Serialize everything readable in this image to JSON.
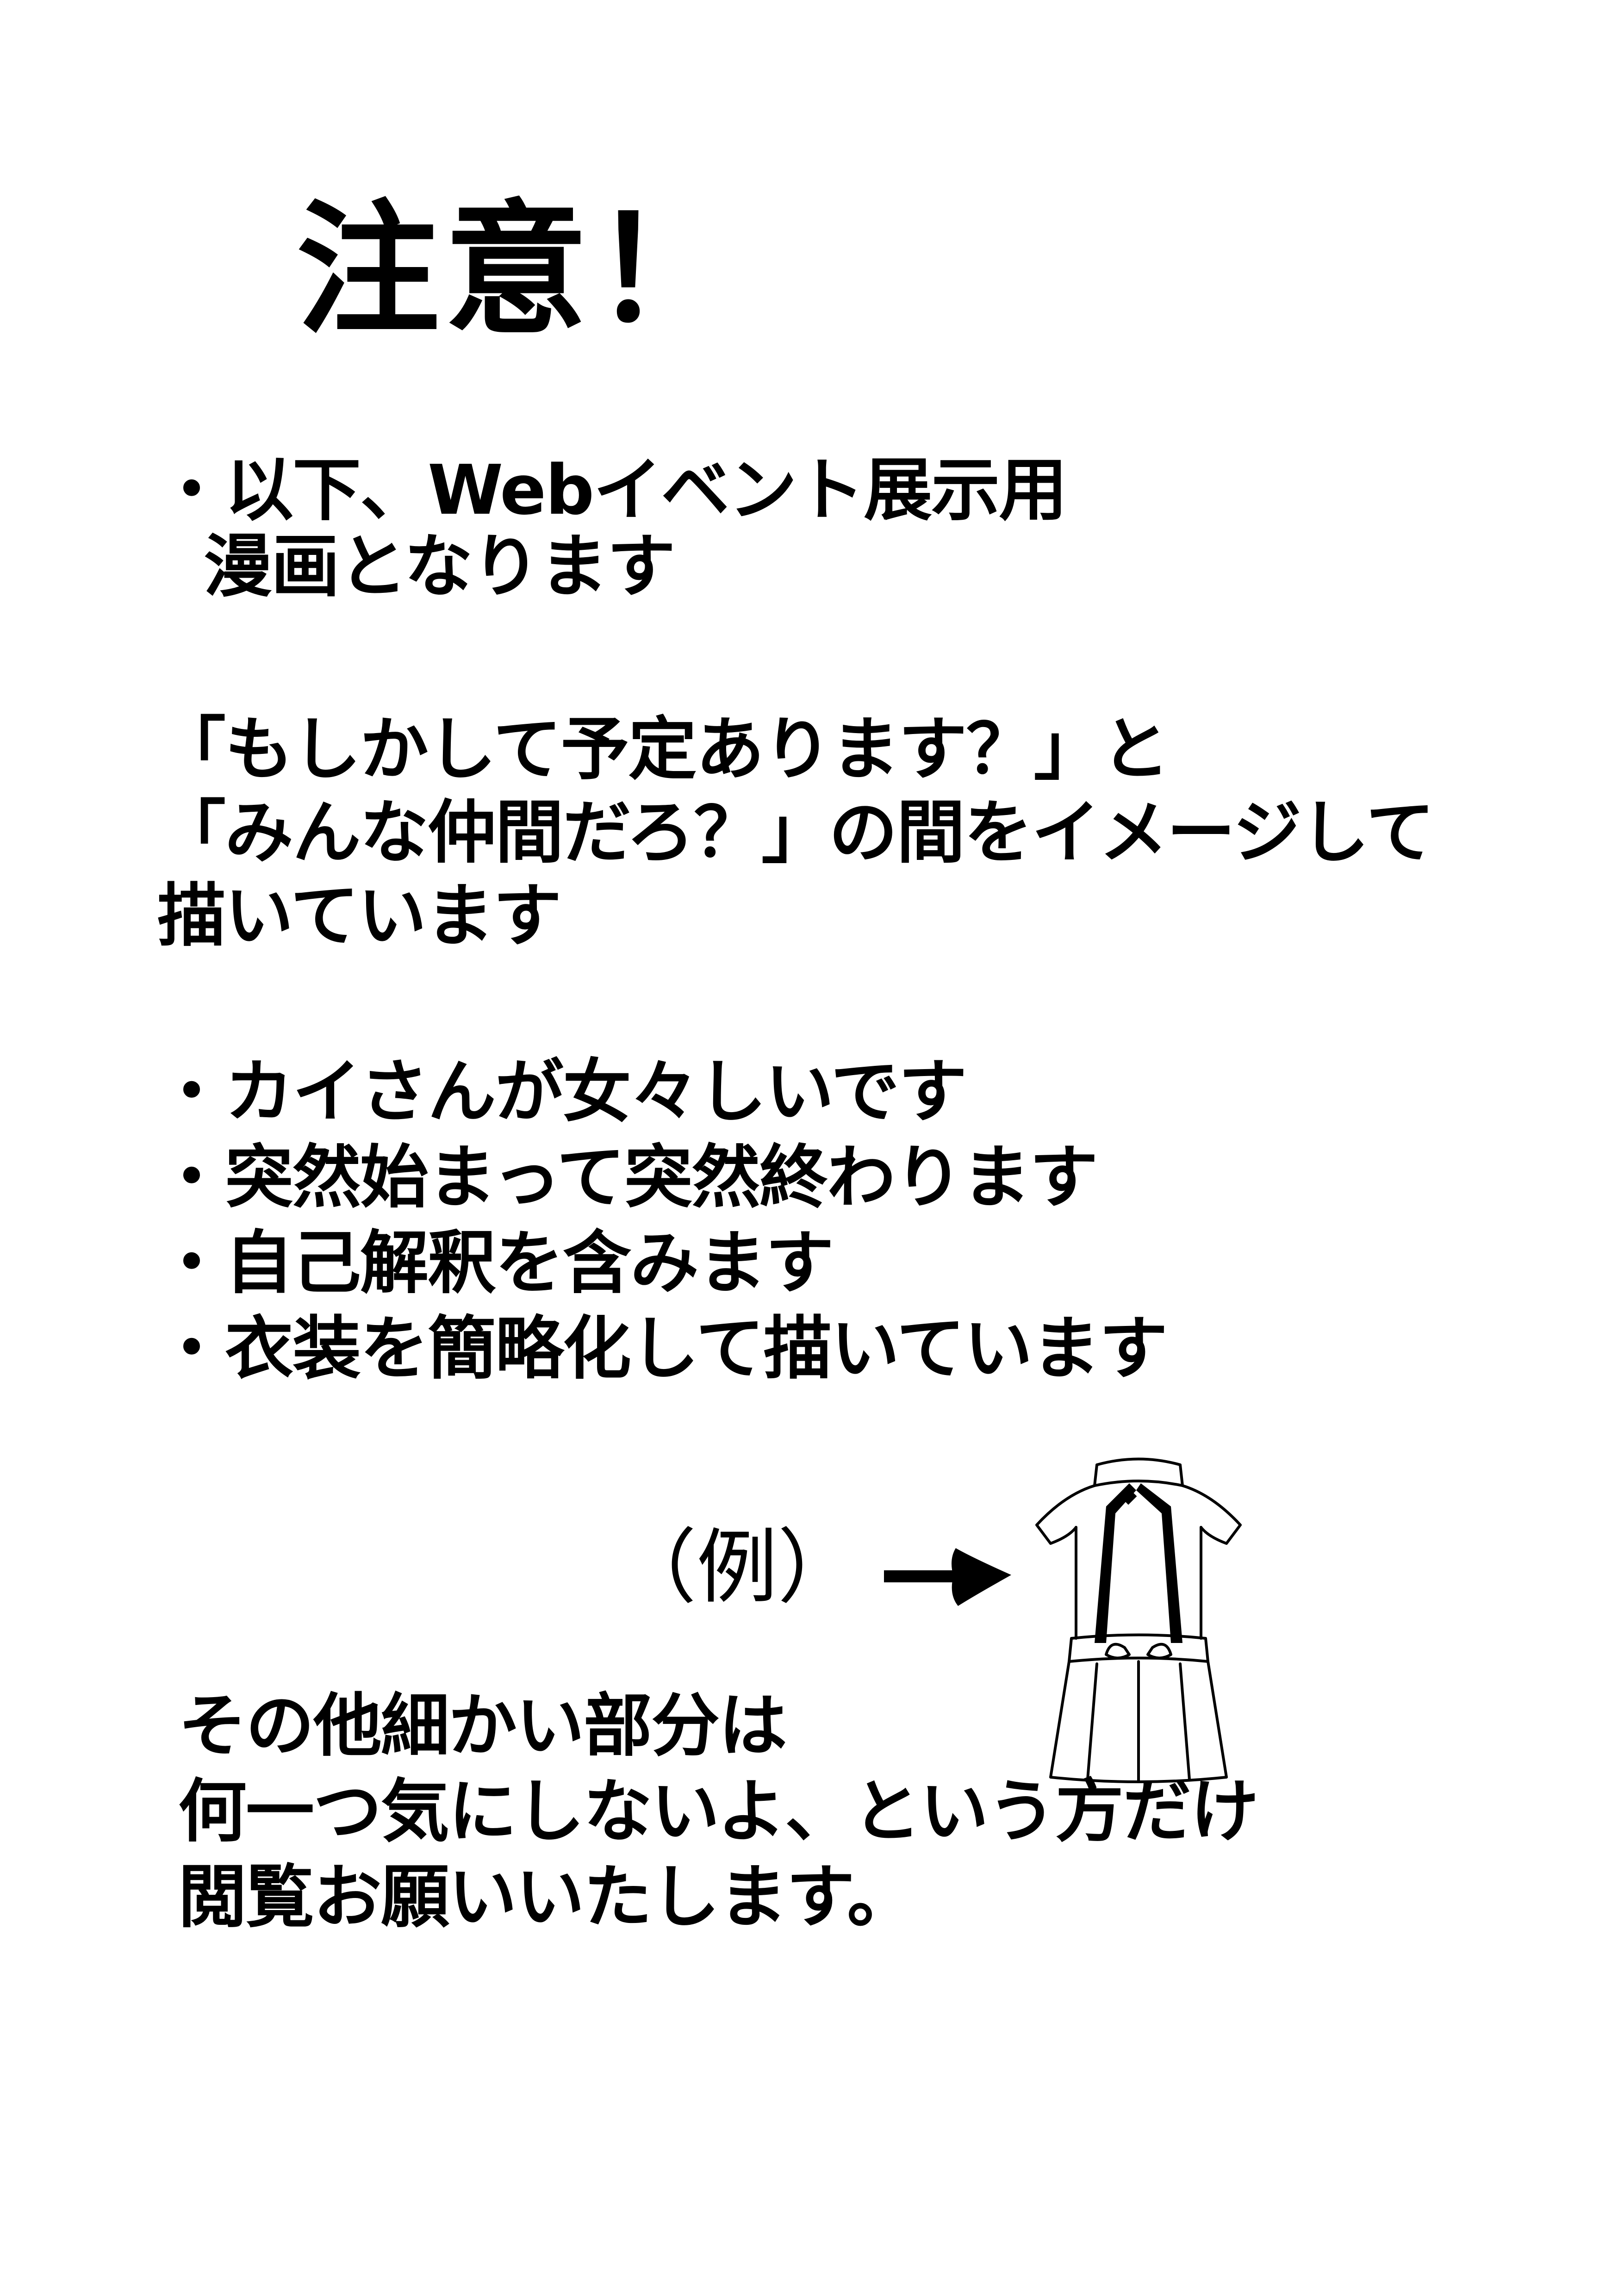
{
  "title": "注意！",
  "section1": {
    "line1": "・以下、Webイベント展示用",
    "line2": "漫画となります"
  },
  "section2": {
    "line1": "「もしかして予定あります？」と",
    "line2": "「みんな仲間だろ？」の間をイメージして",
    "line3": "描いています"
  },
  "bullets": [
    "・カイさんが女々しいです",
    "・突然始まって突然終わります",
    "・自己解釈を含みます",
    "・衣装を簡略化して描いています"
  ],
  "example": {
    "label": "（例）",
    "arrow_icon": "right-arrow-icon",
    "figure_icon": "simplified-costume-icon"
  },
  "closing": {
    "line1": "その他細かい部分は",
    "line2": "何一つ気にしないよ、という方だけ",
    "line3": "閲覧お願いいたします。"
  }
}
